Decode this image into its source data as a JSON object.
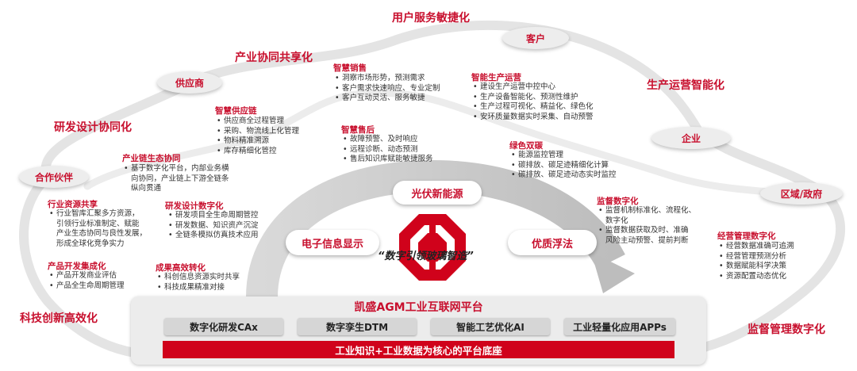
{
  "labels": {
    "user_service": "用户服务敏捷化",
    "industry_collab": "产业协同共享化",
    "rd_collab": "研发设计协同化",
    "production_intel": "生产运营智能化",
    "tech_innovation": "科技创新高效化",
    "supervision": "监督管理数字化"
  },
  "nodes": {
    "customer": "客户",
    "supplier": "供应商",
    "enterprise": "企业",
    "partner": "合作伙伴",
    "region_gov": "区域/政府"
  },
  "groups": {
    "smart_sales": {
      "title": "智慧销售",
      "items": [
        "洞察市场形势，预测需求",
        "客户需求快速响应、专业定制",
        "客户互动灵活、服务敏捷"
      ]
    },
    "smart_production": {
      "title": "智能生产运营",
      "items": [
        "建设生产运营中控中心",
        "生产设备智能化、预测性维护",
        "生产过程可视化、精益化、绿色化",
        "安环质量数据实时采集、自动预警"
      ]
    },
    "smart_supply": {
      "title": "智慧供应链",
      "items": [
        "供应商全过程管理",
        "采购、物流线上化管理",
        "物料精准溯源",
        "库存精细化管控"
      ]
    },
    "smart_after_sales": {
      "title": "智慧售后",
      "items": [
        "故障预警、及时响应",
        "远程诊断、动态预测",
        "售后知识库赋能敏捷服务"
      ]
    },
    "green_carbon": {
      "title": "绿色双碳",
      "items": [
        "能源监控管理",
        "碳排放、碳足迹精细化计算",
        "碳排放、碳足迹动态实时监控"
      ]
    },
    "industry_eco": {
      "title": "产业链生态协同",
      "items": [
        "基于数字化平台，内部业务横",
        "向协同，产业链上下游全链条",
        "纵向贯通"
      ]
    },
    "industry_resource": {
      "title": "行业资源共享",
      "items": [
        "行业智库汇聚多方资源，",
        "引领行业标准制定、赋能",
        "产业生态协同与良性发展，",
        "形成全球化竞争实力"
      ]
    },
    "rd_digital": {
      "title": "研发设计数字化",
      "items": [
        "研发项目全生命周期管控",
        "研发数据、知识资产沉淀",
        "全链条模拟仿真技术应用"
      ]
    },
    "product_dev": {
      "title": "产品开发集成化",
      "items": [
        "产品开发商业评估",
        "产品全生命周期管理"
      ]
    },
    "result_transform": {
      "title": "成果高效转化",
      "items": [
        "科创信息资源实时共享",
        "科技成果精准对接"
      ]
    },
    "supervision_digital": {
      "title": "监督数字化",
      "items": [
        "监督机制标准化、流程化、",
        "数字化",
        "监督数据获取及时、准确",
        "风险主动预警、提前判断"
      ]
    },
    "ops_digital": {
      "title": "经营管理数字化",
      "items": [
        "经营数据准确可追溯",
        "经营管理预测分析",
        "数据赋能科学决策",
        "资源配置动态优化"
      ]
    }
  },
  "center": {
    "pv": "光伏新能源",
    "electronic": "电子信息显示",
    "float_glass": "优质浮法",
    "slogan": "“数字引领玻璃智造”"
  },
  "platform": {
    "title": "凯盛AGM工业互联网平台",
    "tools": [
      "数字化研发CAx",
      "数字孪生DTM",
      "智能工艺优化AI",
      "工业轻量化应用APPs"
    ],
    "base": "工业知识+工业数据为核心的平台底座"
  },
  "colors": {
    "brand_red": "#c8102e",
    "bar_red": "#d0021b",
    "ring_gray": "#e3e3e3",
    "node_gray": "#ededed"
  }
}
